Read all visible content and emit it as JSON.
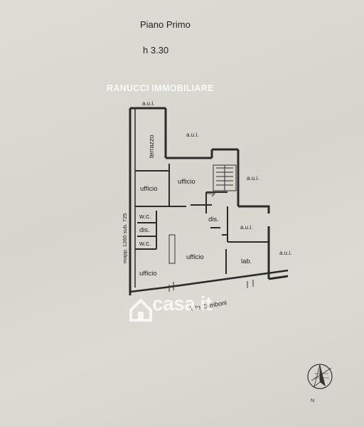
{
  "header": {
    "title": "Piano Primo",
    "height": "h 3.30",
    "agency": "RANUCCI IMMOBILIARE"
  },
  "rooms": {
    "aui_top": "a.u.i.",
    "aui_mid": "a.u.i.",
    "aui_right": "a.u.i.",
    "aui_stair": "a.u.i.",
    "aui_small": "a.u.i.",
    "terrazzo": "terrazzo",
    "ufficio_1": "ufficio",
    "ufficio_2": "ufficio",
    "ufficio_3": "ufficio",
    "ufficio_4": "ufficio",
    "wc_1": "w.c.",
    "wc_2": "w.c.",
    "dis_1": "dis.",
    "dis_2": "dis.",
    "lab": "lab.",
    "mapp": "mapp. 1260 sub. 725",
    "street": "V.le Zamboni"
  },
  "watermark": "casa.it",
  "compass_label": "N"
}
